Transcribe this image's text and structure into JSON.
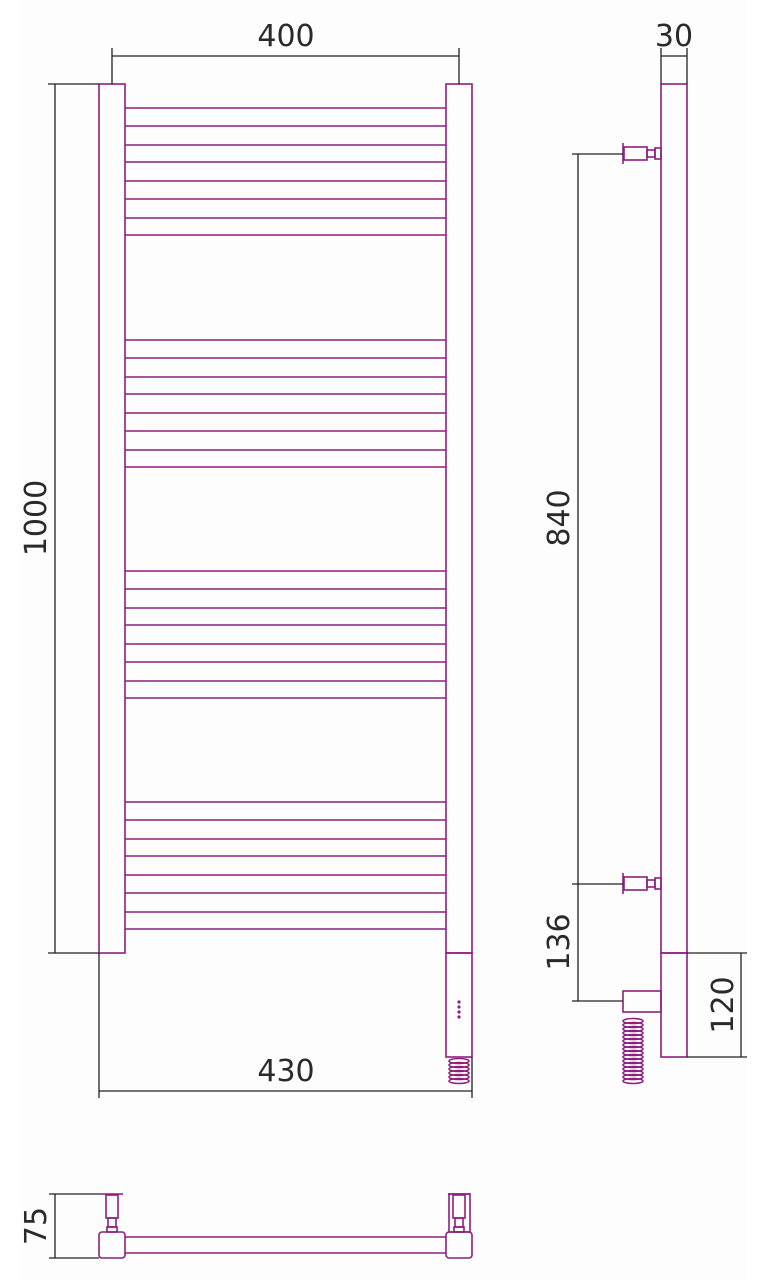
{
  "drawing": {
    "title": "Heated towel rail dimension drawing",
    "colors": {
      "product": "#8e1f7e",
      "dimension": "#222222",
      "background": "#fdfdfd"
    },
    "dimensions": {
      "width_between_axes": "400",
      "depth": "30",
      "height": "1000",
      "mount_spacing": "840",
      "lower_mount_offset": "136",
      "total_width": "430",
      "heater_block": "120",
      "wall_distance": "75"
    }
  }
}
